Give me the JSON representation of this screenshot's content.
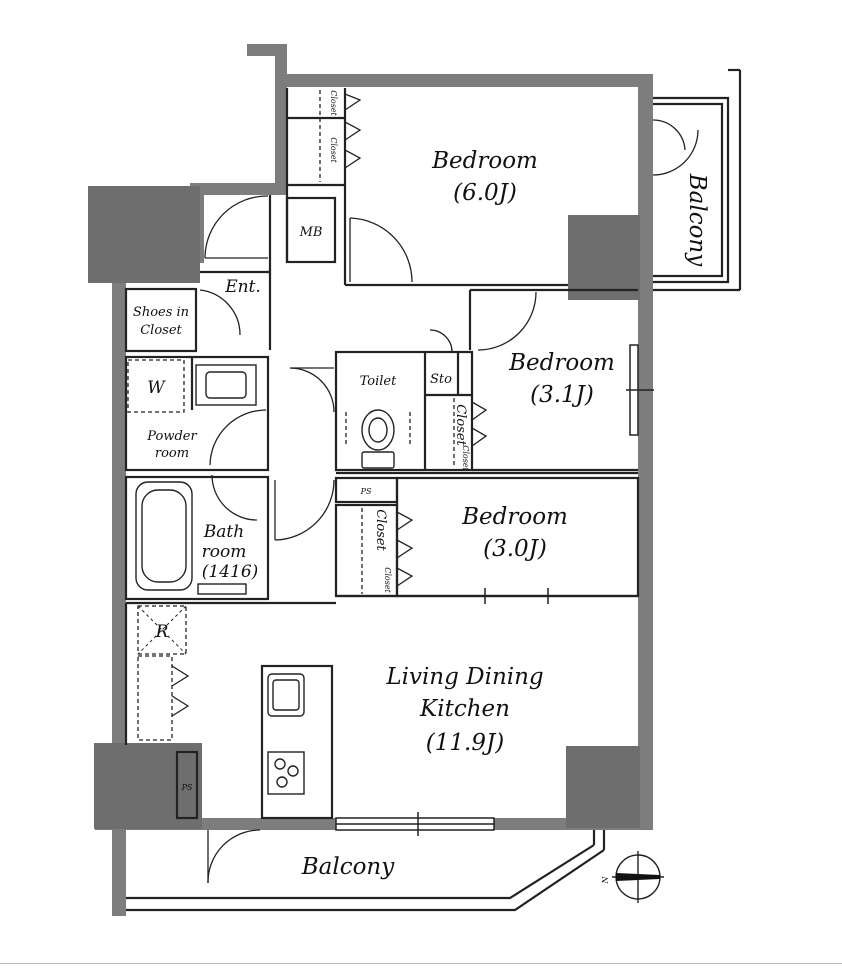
{
  "rooms": {
    "bedroom_main": {
      "name": "Bedroom",
      "size": "(6.0J)"
    },
    "bedroom_2": {
      "name": "Bedroom",
      "size": "(3.1J)"
    },
    "bedroom_3": {
      "name": "Bedroom",
      "size": "(3.0J)"
    },
    "ldk": {
      "line1": "Living Dining",
      "line2": "Kitchen",
      "size": "(11.9J)"
    },
    "balcony_east": "Balcony",
    "balcony_south": "Balcony",
    "toilet": "Toilet",
    "storage": "Sto",
    "mb": "MB",
    "entrance": "Ent.",
    "shoes_closet": {
      "line1": "Shoes in",
      "line2": "Closet"
    },
    "washer": "W",
    "powder_room": {
      "line1": "Powder",
      "line2": "room"
    },
    "bathroom": {
      "line1": "Bath",
      "line2": "room",
      "size": "(1416)"
    },
    "fridge": "R",
    "ps_upper": "PS",
    "ps_lower": "PS",
    "closet_labels": {
      "bedroom_main_a": "Closet",
      "bedroom_main_b": "Closet",
      "bedroom_2_a": "Closet",
      "bedroom_2_b": "Closet",
      "bedroom_3_a": "Closet",
      "bedroom_3_b": "Closet"
    }
  },
  "compass": {
    "letter": "N"
  },
  "colors": {
    "wall": "#7d7d7d",
    "pillar": "#6e6e6e",
    "line": "#222222"
  }
}
